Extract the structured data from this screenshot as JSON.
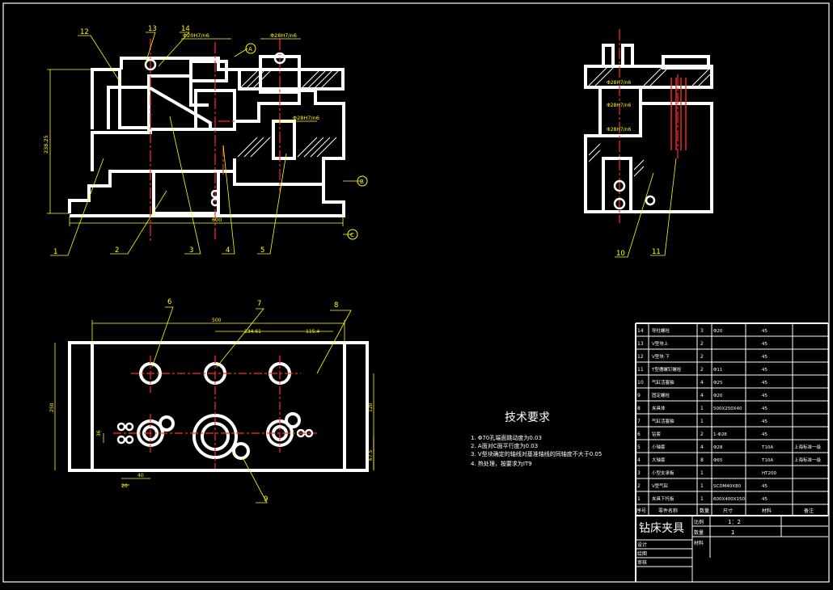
{
  "drawing": {
    "background": "#000000",
    "line_color": "#ffffff",
    "center_color": "#ff2a2a",
    "leader_color": "#ffff00",
    "dim_color": "#ffff00"
  },
  "front_view": {
    "balloons": [
      "12",
      "13",
      "14",
      "1",
      "2",
      "3",
      "4",
      "5"
    ],
    "dimensions": [
      "Φ20H7/n6",
      "Φ28H7/n6",
      "238.25",
      "600",
      "Φ28H7/n6"
    ],
    "datum_labels": [
      "A",
      "B",
      "C"
    ]
  },
  "side_view": {
    "balloons": [
      "10",
      "11"
    ],
    "dimensions": [
      "Φ28H7/n6",
      "Φ28H7/n6",
      "Φ28H7/n6"
    ]
  },
  "top_view": {
    "balloons": [
      "6",
      "7",
      "8",
      "9"
    ],
    "dimensions": [
      "500",
      "134.61",
      "115.4",
      "250",
      "120",
      "67.5",
      "36",
      "40",
      "20"
    ]
  },
  "tech_requirements": {
    "title": "技术要求",
    "items": [
      "1.   Φ70孔端面跳动度为0.03",
      "2.   A面对C面平行度为0.03",
      "3.   V型块确定的轴线对基准轴线的同轴度不大于0.05",
      "4.   热处理，按要求为IT9"
    ]
  },
  "bom": {
    "headers": [
      "序号",
      "零件名称",
      "数量",
      "尺寸",
      "材料",
      "备注"
    ],
    "rows": [
      [
        "14",
        "导柱螺栓",
        "3",
        "Φ20",
        "45",
        ""
      ],
      [
        "13",
        "V型块上",
        "2",
        "",
        "45",
        ""
      ],
      [
        "12",
        "V型块·下",
        "2",
        "",
        "45",
        ""
      ],
      [
        "11",
        "T型槽螺钉螺栓",
        "2",
        "Φ11",
        "45",
        ""
      ],
      [
        "10",
        "气缸活塞轴",
        "4",
        "Φ25",
        "45",
        ""
      ],
      [
        "9",
        "固定螺栓",
        "4",
        "Φ20",
        "45",
        ""
      ],
      [
        "8",
        "夹具体",
        "1",
        "500X250X40",
        "45",
        ""
      ],
      [
        "7",
        "气缸活塞轴",
        "1",
        "",
        "45",
        ""
      ],
      [
        "6",
        "钻套",
        "2",
        "1-Φ28",
        "45",
        ""
      ],
      [
        "5",
        "小轴套",
        "4",
        "Φ28",
        "T10A",
        "上海标准一级"
      ],
      [
        "4",
        "大轴套",
        "8",
        "Φ65",
        "T10A",
        "上海标准一级"
      ],
      [
        "3",
        "小型支承板",
        "1",
        "",
        "HT200",
        ""
      ],
      [
        "2",
        "V型气缸",
        "1",
        "SCDM40X80",
        "45",
        ""
      ],
      [
        "1",
        "夹具下托板",
        "1",
        "600X400X150",
        "45",
        ""
      ]
    ],
    "title": "钻床夹具",
    "scale_label": "比例",
    "scale_value": "1：2",
    "qty_label": "数量",
    "qty_value": "1",
    "material_label": "材料",
    "design_label": "设计",
    "draw_label": "绘图",
    "review_label": "审核"
  }
}
